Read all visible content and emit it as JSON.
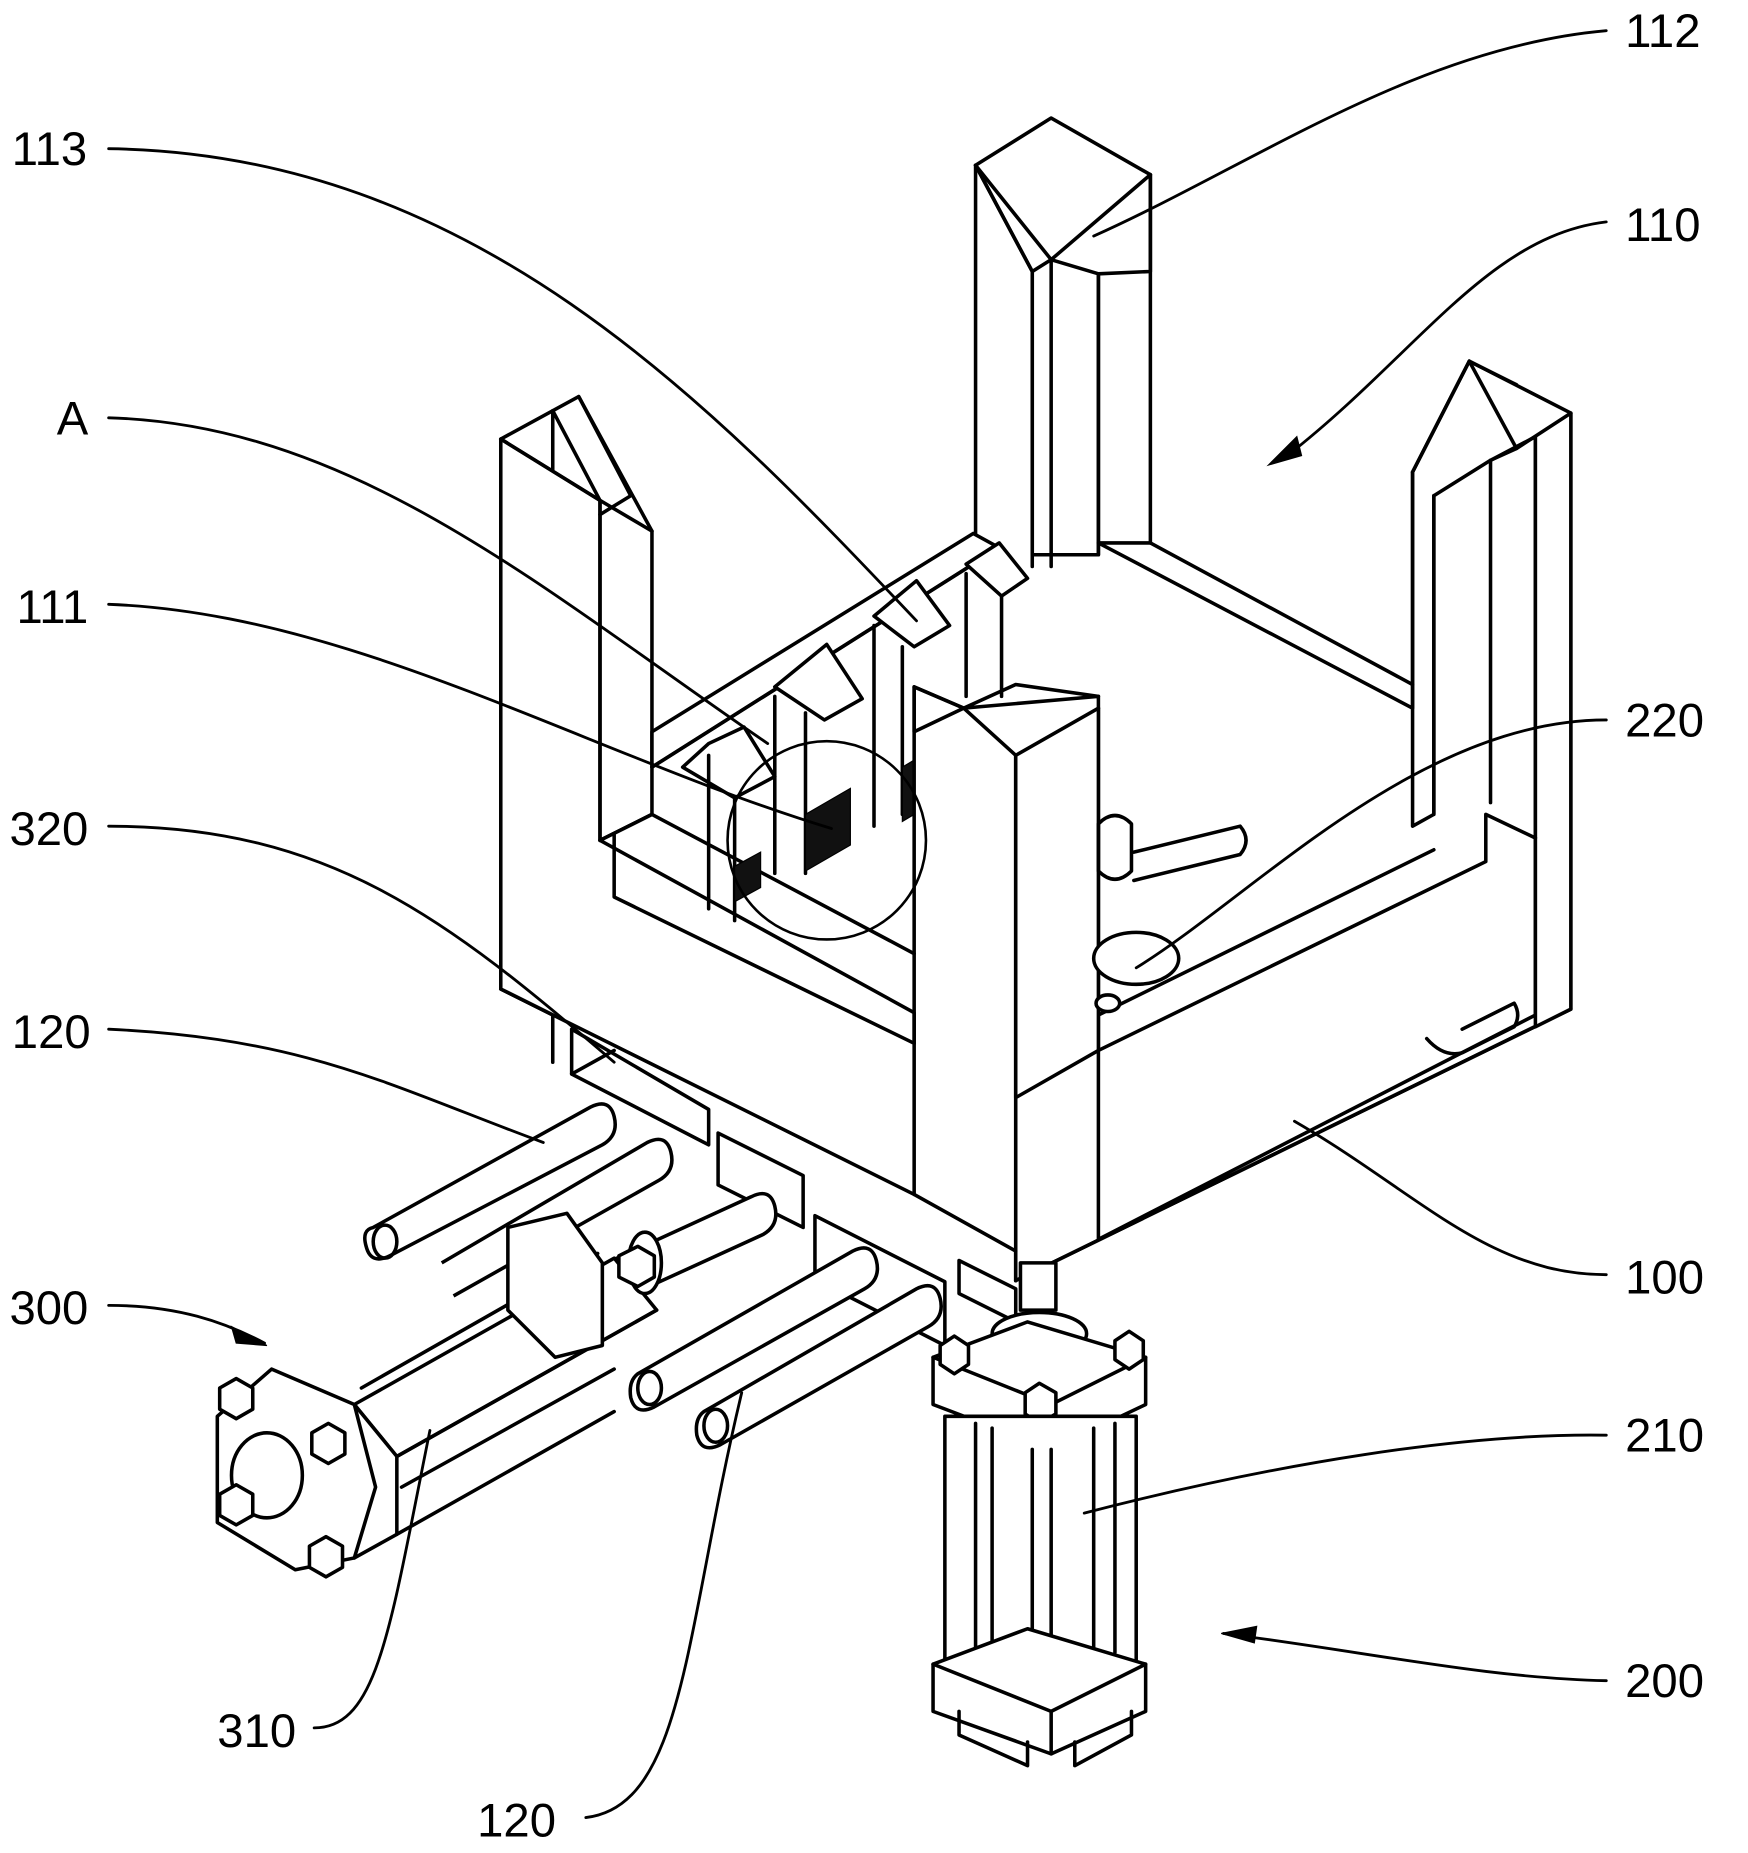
{
  "figure": {
    "type": "patent perspective line drawing",
    "background_color": "#ffffff",
    "line_color": "#000000"
  },
  "labels": [
    {
      "id": "lbl-112",
      "text": "112",
      "refers_to": "top point of center post"
    },
    {
      "id": "lbl-113",
      "text": "113",
      "refers_to": "inner comb teeth"
    },
    {
      "id": "lbl-110",
      "text": "110",
      "refers_to": "upper frame assembly",
      "arrow": true
    },
    {
      "id": "lbl-A",
      "text": "A",
      "refers_to": "detail circle"
    },
    {
      "id": "lbl-111",
      "text": "111",
      "refers_to": "hatched pads"
    },
    {
      "id": "lbl-220",
      "text": "220",
      "refers_to": "round piston head"
    },
    {
      "id": "lbl-320",
      "text": "320",
      "refers_to": "lower bracket"
    },
    {
      "id": "lbl-120a",
      "text": "120",
      "refers_to": "guide rod (upper)"
    },
    {
      "id": "lbl-300",
      "text": "300",
      "refers_to": "horizontal cylinder assembly",
      "arrow": true
    },
    {
      "id": "lbl-100",
      "text": "100",
      "refers_to": "base body"
    },
    {
      "id": "lbl-210",
      "text": "210",
      "refers_to": "vertical cylinder body"
    },
    {
      "id": "lbl-200",
      "text": "200",
      "refers_to": "vertical cylinder assembly",
      "arrow": true
    },
    {
      "id": "lbl-310",
      "text": "310",
      "refers_to": "horizontal cylinder body"
    },
    {
      "id": "lbl-120b",
      "text": "120",
      "refers_to": "guide rod (lower)"
    }
  ]
}
